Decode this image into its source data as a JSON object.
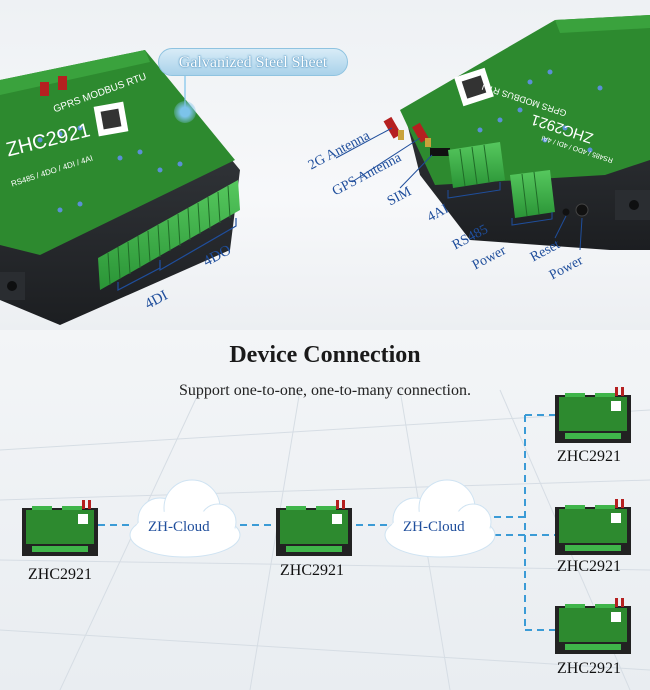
{
  "top_section": {
    "callout": "Galvanized Steel Sheet",
    "left_device": {
      "model": "ZHC2921",
      "line1": "GPRS MODBUS RTU",
      "line2": "RS485 / 4DO / 4DI / 4AI"
    },
    "right_device": {
      "model": "ZHC2921",
      "line1": "GPRS MODBUS RTU",
      "line2": "RS485 / 4DO / 4DI / 4AI"
    },
    "labels": {
      "di": "4DI",
      "do": "4DO",
      "antenna_2g": "2G Antenna",
      "antenna_gps": "GPS Antenna",
      "sim": "SIM",
      "ai": "4AI",
      "rs485": "RS485",
      "power_terminal": "Power",
      "reset": "Reset",
      "power_jack": "Power"
    }
  },
  "bottom_section": {
    "title": "Device Connection",
    "subtitle": "Support one-to-one, one-to-many connection.",
    "clouds": [
      "ZH-Cloud",
      "ZH-Cloud"
    ],
    "devices": [
      "ZHC2921",
      "ZHC2921",
      "ZHC2921",
      "ZHC2921",
      "ZHC2921"
    ]
  },
  "colors": {
    "board_green": "#2d8a2f",
    "terminal_green": "#3fb54a",
    "label_blue": "#1f4e9c",
    "line_blue": "#3b9bd6"
  }
}
